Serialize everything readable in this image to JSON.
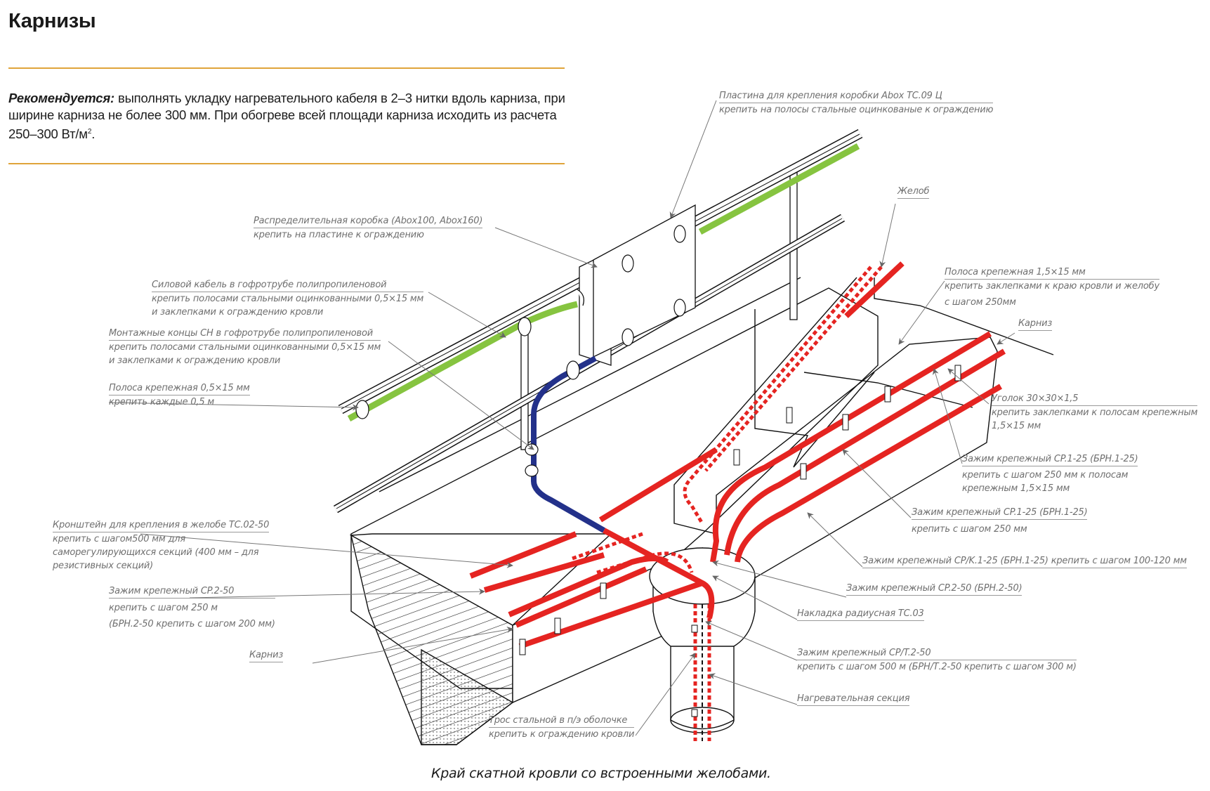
{
  "header": {
    "title": "Карнизы",
    "recommendation_label": "Рекомендуется:",
    "recommendation_text": "выполнять укладку нагревательного кабеля в 2–3 нитки вдоль карниза, при ширине карниза не более 300 мм. При обогреве всей площади карниза исходить из расчета 250–300 Вт/м",
    "recommendation_superscript": "2",
    "recommendation_end": "."
  },
  "colors": {
    "accent_rule": "#e0a43a",
    "heating_cable": "#e52421",
    "power_cable": "#86c440",
    "cold_lead": "#23318a",
    "leader_line": "#777777"
  },
  "labels": {
    "plate": {
      "line1": "Пластина для крепления коробки Abox TC.09 Ц",
      "line2": "крепить на полосы стальные оцинкованые к ограждению"
    },
    "junction_box": {
      "line1": "Распределительная коробка (Abox100, Abox160)",
      "line2": "крепить на пластине к ограждению"
    },
    "power_cable": {
      "line1": "Силовой кабель в гофротрубе полипропиленовой",
      "line2": "крепить полосами стальными оцинкованными 0,5×15 мм",
      "line3": "и заклепками к ограждению кровли"
    },
    "cold_leads": {
      "line1": "Монтажные концы СН в гофротрубе полипропиленовой",
      "line2": "крепить полосами стальными оцинкованными 0,5×15 мм",
      "line3": "и заклепками к ограждению кровли"
    },
    "strip_05": {
      "line1": "Полоса крепежная 0,5×15 мм",
      "line2": "крепить каждые 0,5 м"
    },
    "gutter": {
      "line1": "Желоб"
    },
    "strip_15": {
      "line1": "Полоса крепежная 1,5×15 мм",
      "line2": "крепить заклепками к краю кровли и желобу",
      "line3": "с шагом 250мм"
    },
    "eave_right": {
      "line1": "Карниз"
    },
    "angle": {
      "line1": "Уголок 30×30×1,5",
      "line2": "крепить заклепками к полосам крепежным",
      "line3": "1,5×15 мм"
    },
    "clamp_cp125_a": {
      "line1": "Зажим крепежный CP.1-25 (БРН.1-25)",
      "line2": "крепить с шагом 250 мм к полосам",
      "line3": "крепежным 1,5×15 мм"
    },
    "clamp_cp125_b": {
      "line1": "Зажим крепежный CP.1-25 (БРН.1-25)",
      "line2": "крепить с шагом 250 мм"
    },
    "clamp_cpk125": {
      "line1": "Зажим крепежный CP/K.1-25 (БРН.1-25) крепить с шагом 100-120 мм"
    },
    "clamp_cp250_right": {
      "line1": "Зажим крепежный CP.2-50 (БРН.2-50)"
    },
    "radius_pad": {
      "line1": "Накладка радиусная TC.03"
    },
    "clamp_cpt250": {
      "line1": "Зажим крепежный CP/T.2-50",
      "line2": "крепить с шагом 500 м (БРН/Т.2-50 крепить с шагом 300 м)"
    },
    "heating_section": {
      "line1": "Нагревательная секция"
    },
    "bracket": {
      "line1": "Кронштейн для крепления в желобе TC.02-50",
      "line2": "крепить с шагом500 мм для",
      "line3": "саморегулирующихся секций (400 мм – для",
      "line4": "резистивных секций)"
    },
    "clamp_cp250_left": {
      "line1": "Зажим крепежный CP.2-50",
      "line2": "крепить с шагом 250 м",
      "line3": "(БРН.2-50 крепить с шагом 200 мм)"
    },
    "eave_left": {
      "line1": "Карниз"
    },
    "steel_cable": {
      "line1": "Трос стальной в п/э оболочке",
      "line2": "крепить к ограждению кровли"
    }
  },
  "caption": "Край скатной кровли со встроенными желобами."
}
